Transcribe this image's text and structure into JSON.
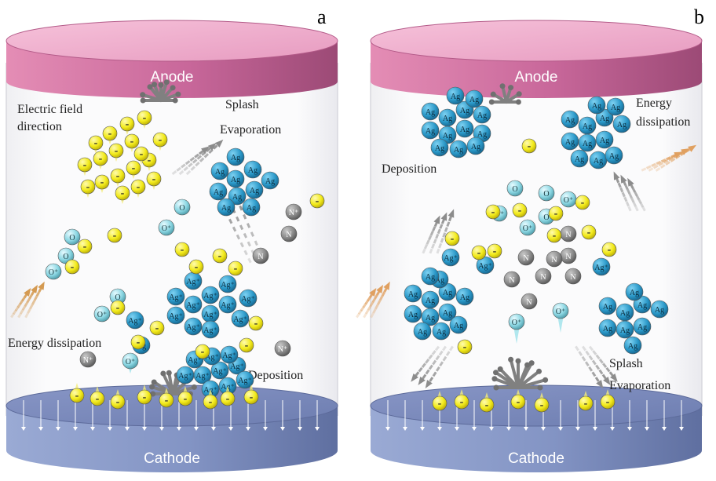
{
  "panels": [
    {
      "letter": "a",
      "anode": "Anode",
      "cathode": "Cathode",
      "labels": {
        "field": [
          "Electric field",
          "direction"
        ],
        "splash": "Splash",
        "evaporation": "Evaporation",
        "energy": "Energy dissipation",
        "deposition": "Deposition"
      }
    },
    {
      "letter": "b",
      "anode": "Anode",
      "cathode": "Cathode",
      "labels": {
        "deposition": "Deposition",
        "energy": [
          "Energy",
          "dissipation"
        ],
        "splash": "Splash",
        "evaporation": "Evaporation"
      }
    }
  ],
  "particles": {
    "electron": "-",
    "oxygen": "O",
    "oxygen_ion": "O⁺",
    "nitrogen": "N",
    "nitrogen_ion": "N⁺",
    "silver": "Ag",
    "silver_ion": "Ag⁺"
  },
  "colors": {
    "anode": "#d87aa6",
    "cathode": "#8fa0c8",
    "silver": "#2a98c8",
    "electron": "#f2ea1a",
    "oxygen": "#7fd0dc",
    "nitrogen": "#8a8a8a",
    "arrow_gray": "#8c8c8c",
    "arrow_orange": "#e0a060"
  }
}
